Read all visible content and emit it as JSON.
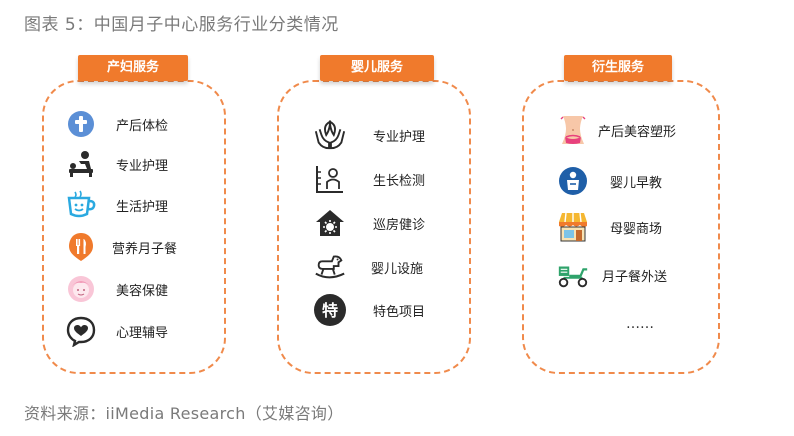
{
  "figure_title": "图表 5：中国月子中心服务行业分类情况",
  "source": "资料来源：iiMedia Research（艾媒咨询）",
  "columns": [
    {
      "heading": "产妇服务",
      "items": [
        "产后体检",
        "专业护理",
        "生活护理",
        "营养月子餐",
        "美容保健",
        "心理辅导"
      ]
    },
    {
      "heading": "婴儿服务",
      "items": [
        "专业护理",
        "生长检测",
        "巡房健诊",
        "婴儿设施",
        "特色项目"
      ],
      "special_icon_char": "特"
    },
    {
      "heading": "衍生服务",
      "items": [
        "产后美容塑形",
        "婴儿早教",
        "母婴商场",
        "月子餐外送"
      ],
      "ellipsis": "……"
    }
  ],
  "colors": {
    "accent": "#f07a2c",
    "border": "#f08a4b",
    "gray_text": "#7a7a7a",
    "icon_dark": "#2b2b2b"
  }
}
